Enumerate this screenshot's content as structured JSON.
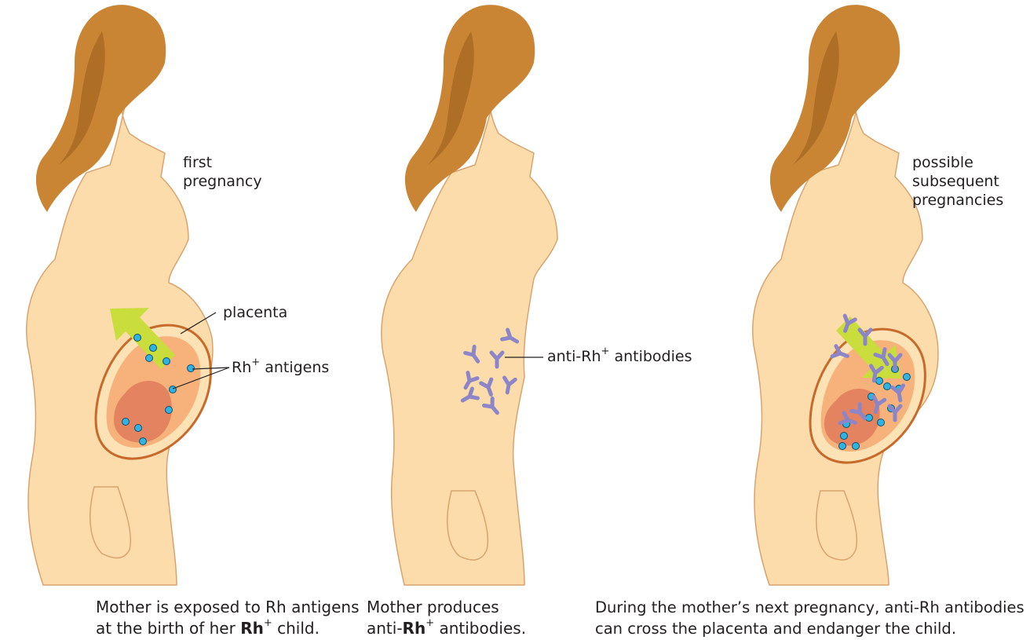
{
  "panels": [
    {
      "label_lines": [
        "first",
        "pregnancy"
      ],
      "callouts": {
        "placenta": "placenta",
        "antigen_prefix": "Rh",
        "antigen_sup": "+",
        "antigen_suffix": " antigens"
      },
      "caption_line1": "Mother is exposed to Rh antigens",
      "caption_line2_pre": "at the birth of her ",
      "caption_line2_bold": "Rh",
      "caption_line2_sup": "+",
      "caption_line2_post": " child."
    },
    {
      "callouts": {
        "antibody_prefix": "anti-Rh",
        "antibody_sup": "+",
        "antibody_suffix": " antibodies"
      },
      "caption_line1": "Mother produces",
      "caption_line2_pre": "anti-",
      "caption_line2_bold": "Rh",
      "caption_line2_sup": "+",
      "caption_line2_post": " antibodies."
    },
    {
      "label_lines": [
        "possible",
        "subsequent",
        "pregnancies"
      ],
      "caption_line1": "During the mother’s next pregnancy, anti-Rh antibodies",
      "caption_line2": "can cross the placenta and endanger the child."
    }
  ],
  "colors": {
    "skin": "#fbdcaa",
    "skin_outline": "#d9a36f",
    "hair": "#c98534",
    "hair_dark": "#9c5f1e",
    "uterus": "#f6b27a",
    "uterus_wall": "#c76a2c",
    "fetus": "#e07a5a",
    "arrow": "#c9dd3c",
    "antigen": "#2fb3e3",
    "antibody": "#8c86c8"
  }
}
